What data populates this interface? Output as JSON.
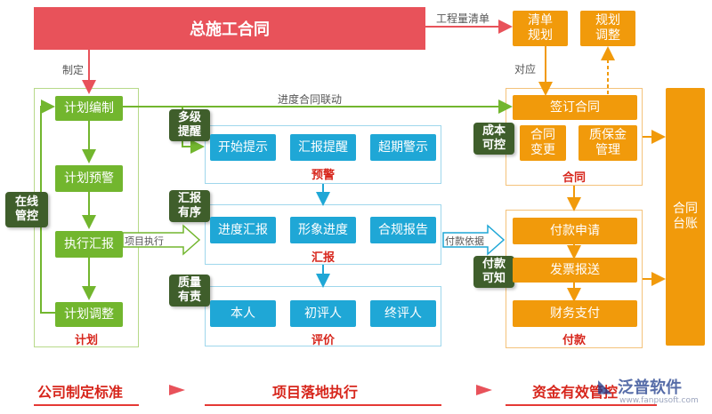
{
  "title": "总施工合同",
  "labels": {
    "boq": "工程量清单",
    "formulate": "制定",
    "correspond": "对应",
    "progress_link": "进度合同联动",
    "project_exec": "项目执行",
    "payment_basis": "付款依据"
  },
  "plan": {
    "items": [
      "计划编制",
      "计划预警",
      "执行汇报",
      "计划调整"
    ],
    "caption": "计划",
    "tag": "在线\n管控"
  },
  "warning": {
    "tag": "多级\n提醒",
    "items": [
      "开始提示",
      "汇报提醒",
      "超期警示"
    ],
    "caption": "预警"
  },
  "report": {
    "tag": "汇报\n有序",
    "items": [
      "进度汇报",
      "形象进度",
      "合规报告"
    ],
    "caption": "汇报"
  },
  "evaluation": {
    "tag": "质量\n有责",
    "items": [
      "本人",
      "初评人",
      "终评人"
    ],
    "caption": "评价"
  },
  "contract": {
    "top_items": [
      "清单\n规划",
      "规划\n调整"
    ],
    "sign": "签订合同",
    "tag": "成本\n可控",
    "items": [
      "合同\n变更",
      "质保金\n管理"
    ],
    "caption": "合同"
  },
  "payment": {
    "tag": "付款\n可知",
    "items": [
      "付款申请",
      "发票报送",
      "财务支付"
    ],
    "caption": "付款"
  },
  "ledger": "合同\n台账",
  "bottom": [
    "公司制定标准",
    "项目落地执行",
    "资金有效管控"
  ],
  "watermark": {
    "brand": "泛普软件",
    "url": "www.fanpusoft.com"
  },
  "colors": {
    "green": "#72b62e",
    "blue": "#1fa7d6",
    "orange": "#f19a0b",
    "red": "#e8525a",
    "tag": "#3f5e2b"
  }
}
